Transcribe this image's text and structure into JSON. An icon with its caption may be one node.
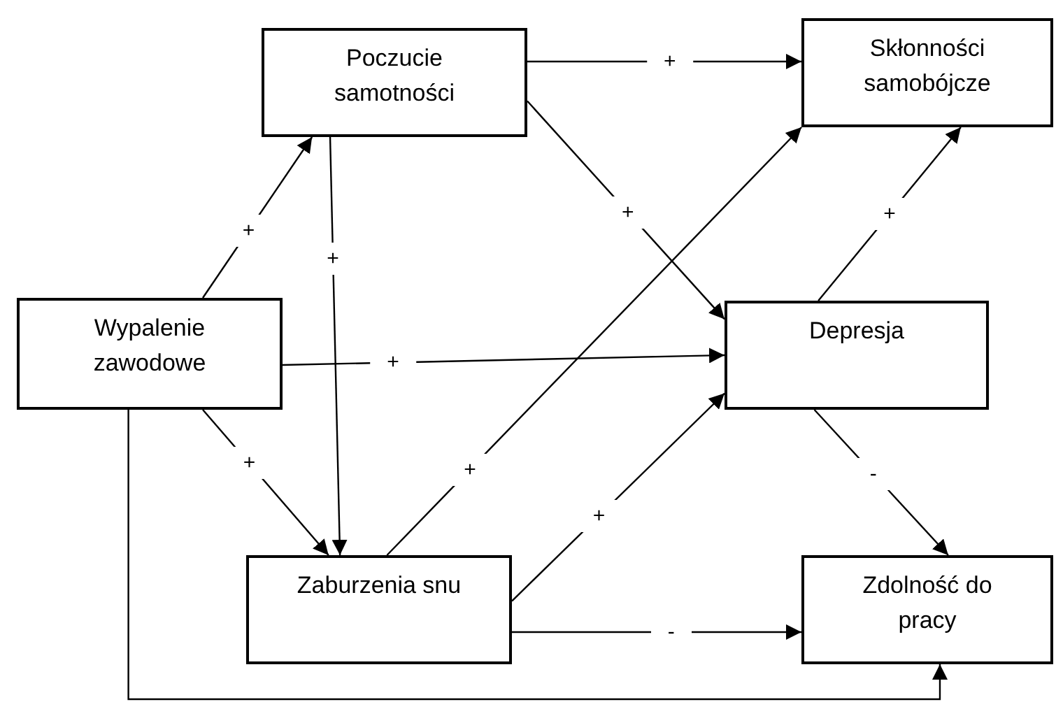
{
  "diagram": {
    "nodes": [
      {
        "text": [
          "Poczucie samotności"
        ]
      },
      {
        "text": [
          "Skłonności samobójcze"
        ]
      },
      {
        "text": [
          "Wypalenie zawodowe"
        ]
      },
      {
        "text": [
          "Depresja"
        ]
      },
      {
        "text": [
          "Zaburzenia snu"
        ]
      },
      {
        "text": [
          "Zdolność do pracy"
        ]
      }
    ],
    "edges": [
      {
        "from": 2,
        "to": 0,
        "arrow": "to",
        "label": "+"
      },
      {
        "from": 0,
        "to": 4,
        "arrow": "to",
        "label": "+"
      },
      {
        "from": 2,
        "to": 3,
        "arrow": "to",
        "label": "+"
      },
      {
        "from": 2,
        "to": 4,
        "arrow": "to",
        "label": "+"
      },
      {
        "from": 0,
        "to": 1,
        "arrow": "to",
        "label": "+"
      },
      {
        "from": 0,
        "to": 3,
        "arrow": "to",
        "label": "+"
      },
      {
        "from": 4,
        "to": 1,
        "arrow": "to",
        "label": "+"
      },
      {
        "from": 4,
        "to": 3,
        "arrow": "to",
        "label": "+"
      },
      {
        "from": 4,
        "to": 5,
        "arrow": "to",
        "label": "-"
      },
      {
        "from": 3,
        "to": 1,
        "arrow": "to",
        "label": "+"
      },
      {
        "from": 3,
        "to": 5,
        "arrow": "to",
        "label": "-"
      },
      {
        "from": 2,
        "to": 5,
        "arrow": "to"
      }
    ]
  }
}
